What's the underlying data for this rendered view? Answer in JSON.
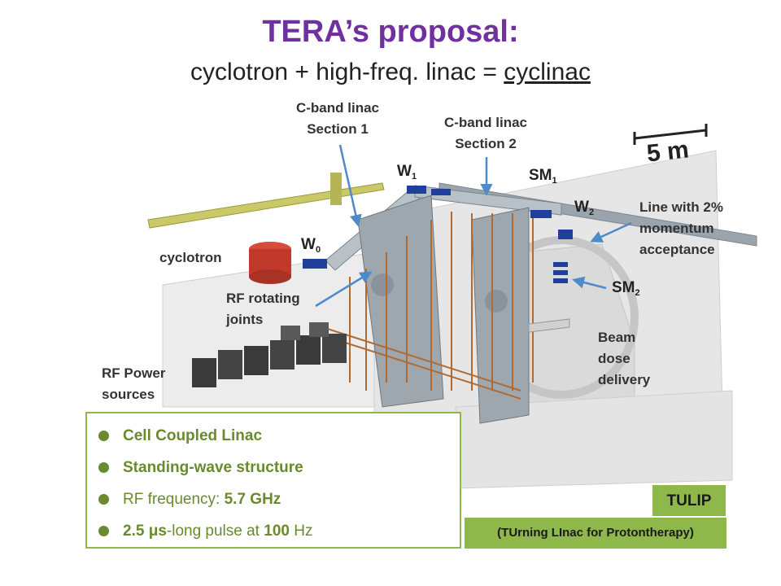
{
  "title": "TERA’s  proposal:",
  "subtitle": {
    "before": "cyclotron  + high-freq. linac = ",
    "underlined": "cyclinac"
  },
  "labels": {
    "cband1_line1": "C-band linac",
    "cband1_line2": "Section 1",
    "cband2_line1": "C-band linac",
    "cband2_line2": "Section 2",
    "scale": "5 m",
    "w1": "W",
    "w1_sub": "1",
    "w0": "W",
    "w0_sub": "0",
    "w2": "W",
    "w2_sub": "2",
    "sm1": "SM",
    "sm1_sub": "1",
    "sm2": "SM",
    "sm2_sub": "2",
    "line_l1": "Line with 2%",
    "line_l2": "momentum",
    "line_l3": "acceptance",
    "cyclotron": "cyclotron",
    "rf_rot_l1": "RF rotating",
    "rf_rot_l2": "joints",
    "beam_l1": "Beam",
    "beam_l2": "dose",
    "beam_l3": "delivery",
    "rfp_l1": "RF Power",
    "rfp_l2": "sources"
  },
  "bullets": [
    {
      "bold": "Cell Coupled Linac",
      "rest": ""
    },
    {
      "bold": "Standing-wave structure",
      "rest": ""
    },
    {
      "pre": "RF frequency: ",
      "bold": "5.7 GHz"
    },
    {
      "b1": "2.5 μs",
      "mid": "-long pulse at ",
      "b2": "100",
      "end": " Hz"
    }
  ],
  "tulip": {
    "badge": "TULIP",
    "full": "(TUrning LInac for Protontherapy)"
  },
  "colors": {
    "title": "#7030a0",
    "accent_green": "#8fb84a",
    "arrow_blue": "#4f8ac9"
  }
}
